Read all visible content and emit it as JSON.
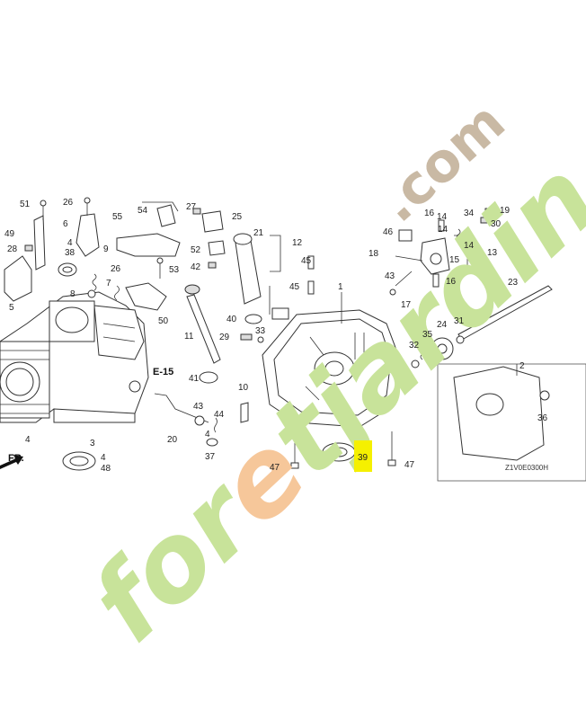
{
  "diagram": {
    "code": "Z1V0E0300H",
    "section_ref": "E-15",
    "front_mark": "FR.",
    "highlighted_part": "39",
    "labels": {
      "l1": "1",
      "l2": "2",
      "l3": "3",
      "l4a": "4",
      "l4b": "4",
      "l4c": "4",
      "l4d": "4",
      "l5": "5",
      "l6": "6",
      "l7": "7",
      "l8": "8",
      "l9": "9",
      "l10": "10",
      "l11": "11",
      "l12": "12",
      "l13": "13",
      "l14a": "14",
      "l14b": "14",
      "l15": "15",
      "l16a": "16",
      "l16b": "16",
      "l17": "17",
      "l18": "18",
      "l19": "19",
      "l20": "20",
      "l21": "21",
      "l23": "23",
      "l24": "24",
      "l25": "25",
      "l26a": "26",
      "l26b": "26",
      "l27": "27",
      "l28": "28",
      "l29": "29",
      "l30": "30",
      "l31": "31",
      "l32": "32",
      "l33": "33",
      "l34": "34",
      "l35": "35",
      "l36": "36",
      "l37": "37",
      "l38": "38",
      "l39": "39",
      "l40": "40",
      "l41": "41",
      "l42": "42",
      "l43a": "43",
      "l43b": "43",
      "l44": "44",
      "l45a": "45",
      "l45b": "45",
      "l46": "46",
      "l47a": "47",
      "l47b": "47",
      "l48": "48",
      "l49": "49",
      "l50": "50",
      "l51": "51",
      "l52": "52",
      "l53": "53",
      "l54": "54",
      "l55": "55"
    }
  },
  "watermark": {
    "brand": "foretjardin",
    "suffix": ".com"
  },
  "colors": {
    "watermark_green": "#c8e39a",
    "watermark_orange": "#f6c79a",
    "watermark_brown": "#c9b9a4",
    "highlight": "#f5f000"
  }
}
